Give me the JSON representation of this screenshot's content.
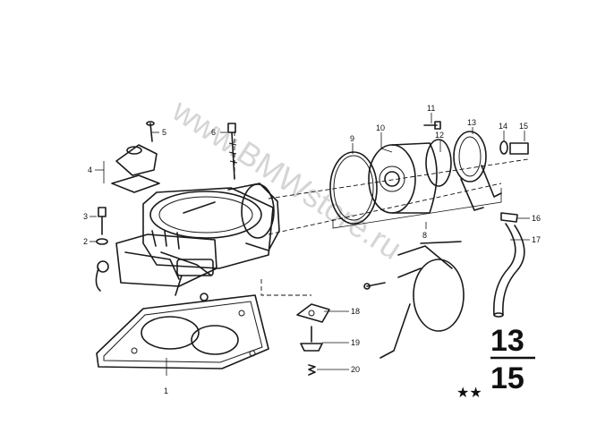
{
  "watermark": "www.BMWstore.ru",
  "group_top": "13",
  "group_bottom": "15",
  "stars": "★★",
  "callouts": [
    "1",
    "2",
    "3",
    "4",
    "5",
    "6",
    "8",
    "9",
    "10",
    "11",
    "12",
    "13",
    "14",
    "15",
    "16",
    "17",
    "18",
    "19",
    "20"
  ]
}
